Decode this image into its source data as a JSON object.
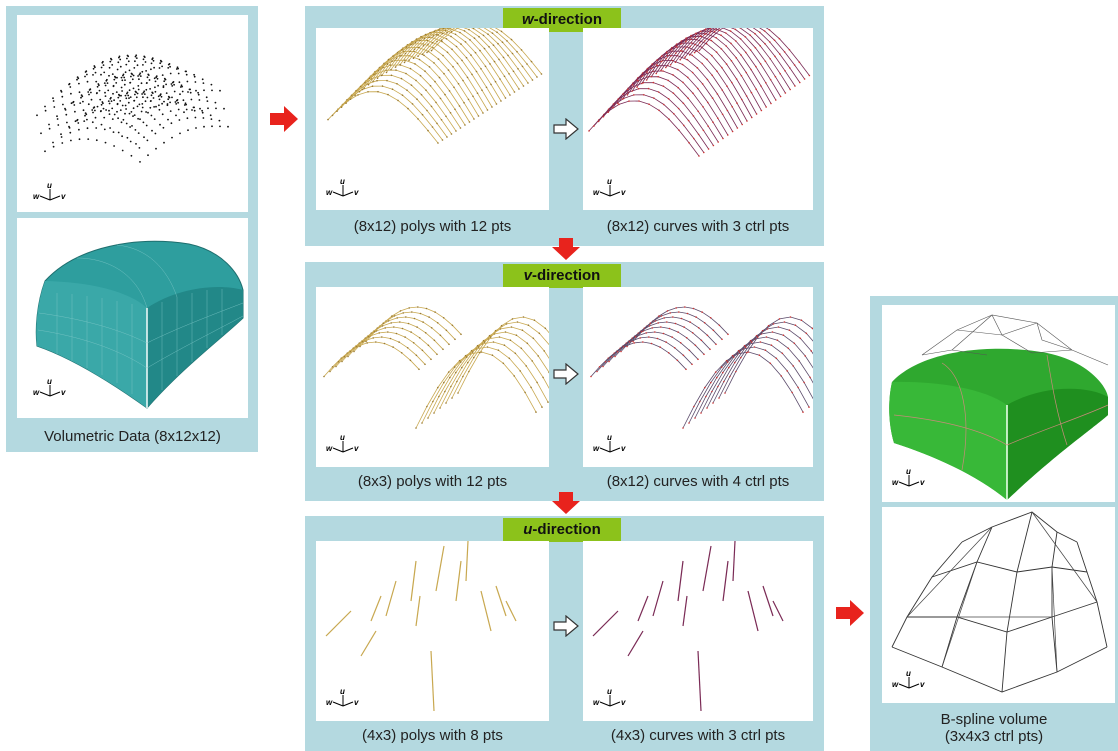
{
  "input": {
    "caption": "Volumetric Data (8x12x12)"
  },
  "stages": [
    {
      "direction_letter": "w",
      "direction_suffix": "-direction",
      "poly_caption": "(8x12) polys with 12 pts",
      "curve_caption": "(8x12) curves with  3 ctrl pts"
    },
    {
      "direction_letter": "v",
      "direction_suffix": "-direction",
      "poly_caption": "(8x3) polys with 12 pts",
      "curve_caption": "(8x12) curves with  4 ctrl pts"
    },
    {
      "direction_letter": "u",
      "direction_suffix": "-direction",
      "poly_caption": "(4x3) polys with 8 pts",
      "curve_caption": "(4x3) curves with  3 ctrl pts"
    }
  ],
  "output": {
    "caption_line1": "B-spline volume",
    "caption_line2": "(3x4x3 ctrl pts)"
  },
  "axis_labels": {
    "u": "u",
    "v": "v",
    "w": "w"
  },
  "colors": {
    "frame": "#b4d9e0",
    "direction_tag": "#8cc21b",
    "flow_arrow": "#e8231d",
    "surface_teal": "#2e9e9e",
    "surface_green": "#2fa82f",
    "poly_gold": "#c8a850",
    "curve_purple": "#7a2a55"
  }
}
